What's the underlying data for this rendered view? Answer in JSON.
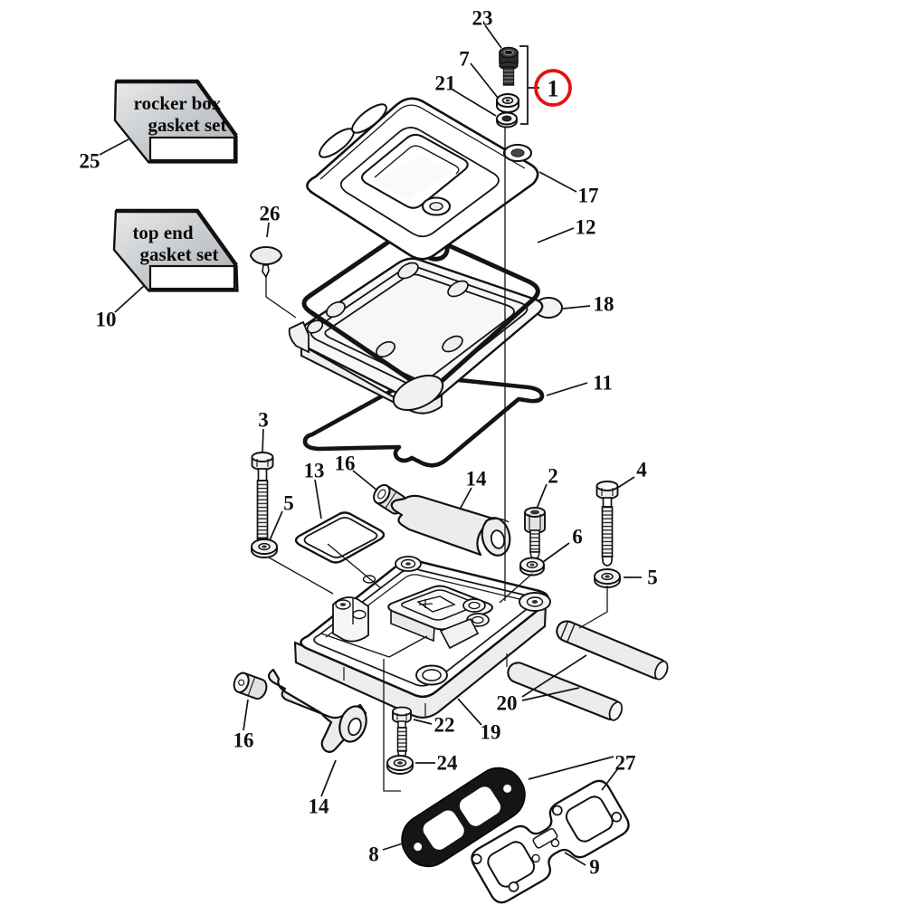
{
  "diagram_type": "exploded-parts-diagram",
  "subject": "rocker box assembly",
  "colors": {
    "line": "#141414",
    "callout_red": "#e3130f",
    "part_fill": "#ffffff",
    "shade_fill": "#ececec",
    "gasket_black": "#121212",
    "box_gradient_light": "#e7e9ea",
    "box_gradient_dark": "#aeb1b4"
  },
  "boxes": [
    {
      "part_ref": "25",
      "line1": "rocker box",
      "line2": "gasket set"
    },
    {
      "part_ref": "10",
      "line1": "top end",
      "line2": "gasket set"
    }
  ],
  "callout": {
    "number": "1"
  },
  "labels": {
    "l23": "23",
    "l7": "7",
    "l21": "21",
    "l25": "25",
    "l17": "17",
    "l12": "12",
    "l26": "26",
    "l10": "10",
    "l18": "18",
    "l11": "11",
    "l3": "3",
    "l16a": "16",
    "l13": "13",
    "l14a": "14",
    "l2": "2",
    "l4": "4",
    "l5a": "5",
    "l6": "6",
    "l5b": "5",
    "l20": "20",
    "l19": "19",
    "l22": "22",
    "l24": "24",
    "l16b": "16",
    "l14b": "14",
    "l27": "27",
    "l8": "8",
    "l9": "9"
  }
}
